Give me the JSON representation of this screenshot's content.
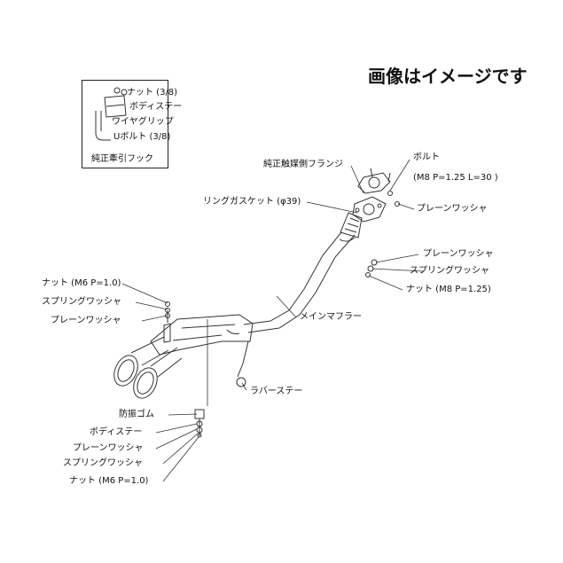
{
  "title": "画像はイメージです",
  "inset": {
    "items": [
      "ナット (3/8)",
      "ボディステー",
      "ワイヤグリップ",
      "Uボルト (3/8)"
    ],
    "caption": "純正牽引フック"
  },
  "labels": {
    "flange": "純正触媒側フランジ",
    "bolt": "ボルト",
    "bolt_spec": "(M8 P=1.25 L=30 )",
    "ring_gasket": "リングガスケット (φ39)",
    "plain_washer_top": "プレーンワッシャ",
    "plain_washer_mid": "プレーンワッシャ",
    "spring_washer_mid": "スプリングワッシャ",
    "nut_m8": "ナット (M8 P=1.25)",
    "nut_m6_top": "ナット (M6 P=1.0)",
    "spring_washer_left": "スプリングワッシャ",
    "plain_washer_left": "プレーンワッシャ",
    "main_muffler": "メインマフラー",
    "rubber_stay": "ラバーステー",
    "rubber_mount": "防振ゴム",
    "body_stay": "ボディステー",
    "plain_washer_bottom": "プレーンワッシャ",
    "spring_washer_bottom": "スプリングワッシャ",
    "nut_m6_bottom": "ナット (M6 P=1.0)"
  }
}
